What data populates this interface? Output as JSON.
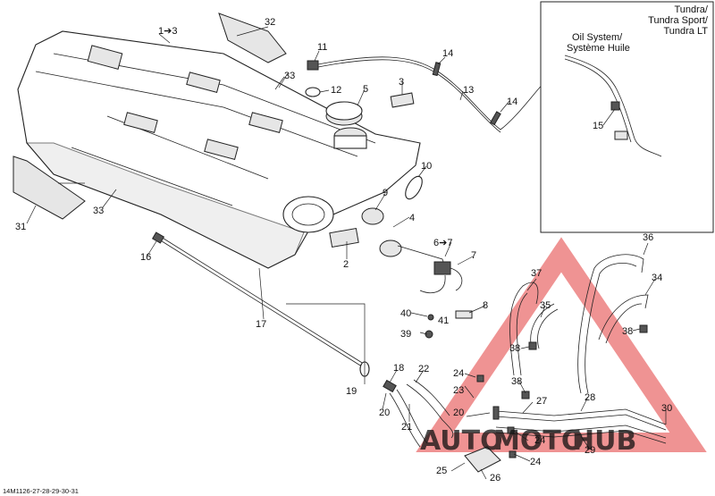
{
  "callouts": {
    "c1": "1➔3",
    "c2": "2",
    "c3": "3",
    "c4": "4",
    "c5": "5",
    "c6": "6➔7",
    "c7": "7",
    "c8": "8",
    "c9": "9",
    "c10": "10",
    "c11": "11",
    "c12": "12",
    "c13": "13",
    "c14a": "14",
    "c14b": "14",
    "c15": "15",
    "c16": "16",
    "c17": "17",
    "c18": "18",
    "c19": "19",
    "c20a": "20",
    "c20b": "20",
    "c21": "21",
    "c22": "22",
    "c23": "23",
    "c24a": "24",
    "c24b": "24",
    "c24c": "24",
    "c25": "25",
    "c26": "26",
    "c27": "27",
    "c28": "28",
    "c29": "29",
    "c30": "30",
    "c31": "31",
    "c32": "32",
    "c33a": "33",
    "c33b": "33",
    "c34": "34",
    "c35": "35",
    "c36": "36",
    "c37": "37",
    "c38a": "38",
    "c38b": "38",
    "c38c": "38",
    "c39": "39",
    "c40": "40",
    "c41": "41"
  },
  "inset": {
    "model_line1": "Tundra/",
    "model_line2": "Tundra Sport/",
    "model_line3": "Tundra LT",
    "system_line1": "Oil System/",
    "system_line2": "Système Huile"
  },
  "figure_code": "14M1126-27-28-29-30-31",
  "watermark": {
    "part1": "AUTO",
    "part2": "MOTO",
    "part3": "HUB"
  },
  "colors": {
    "watermark_red": "#e23b3b",
    "watermark_orange": "#f0a030",
    "watermark_gray": "#9a9a9a"
  }
}
